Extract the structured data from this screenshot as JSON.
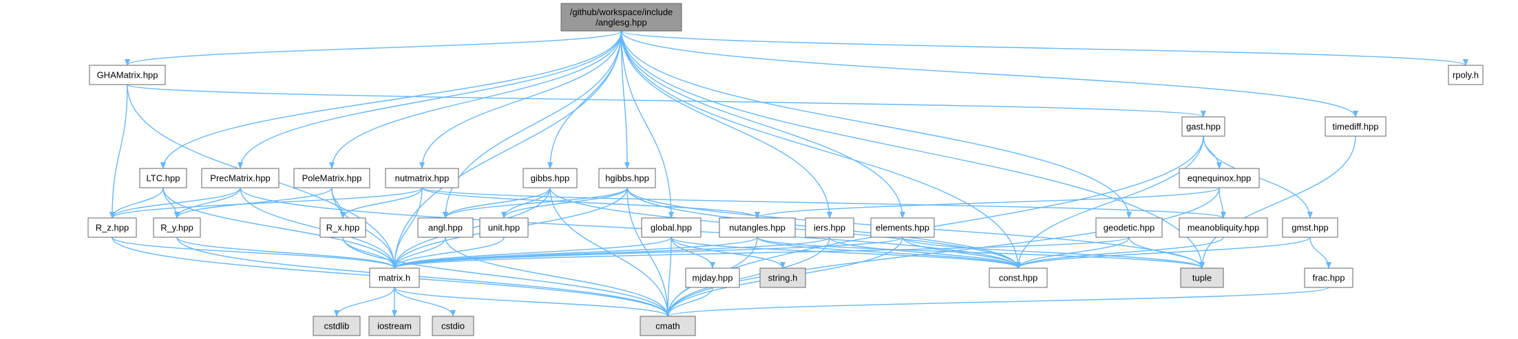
{
  "colors": {
    "edge": "#63b8ff",
    "node_fill": "#ffffff",
    "root_fill": "#999999",
    "system_fill": "#e0e0e0",
    "border": "#666666"
  },
  "nodes": [
    {
      "id": "root",
      "lines": [
        "/github/workspace/include",
        "/anglesg.hpp"
      ],
      "kind": "root"
    },
    {
      "id": "ghamatrix",
      "lines": [
        "GHAMatrix.hpp"
      ]
    },
    {
      "id": "rpoly",
      "lines": [
        "rpoly.h"
      ]
    },
    {
      "id": "gast",
      "lines": [
        "gast.hpp"
      ]
    },
    {
      "id": "timediff",
      "lines": [
        "timediff.hpp"
      ]
    },
    {
      "id": "ltc",
      "lines": [
        "LTC.hpp"
      ]
    },
    {
      "id": "precmatrix",
      "lines": [
        "PrecMatrix.hpp"
      ]
    },
    {
      "id": "polematrix",
      "lines": [
        "PoleMatrix.hpp"
      ]
    },
    {
      "id": "nutmatrix",
      "lines": [
        "nutmatrix.hpp"
      ]
    },
    {
      "id": "gibbs",
      "lines": [
        "gibbs.hpp"
      ]
    },
    {
      "id": "hgibbs",
      "lines": [
        "hgibbs.hpp"
      ]
    },
    {
      "id": "eqnequinox",
      "lines": [
        "eqnequinox.hpp"
      ]
    },
    {
      "id": "rz",
      "lines": [
        "R_z.hpp"
      ]
    },
    {
      "id": "ry",
      "lines": [
        "R_y.hpp"
      ]
    },
    {
      "id": "rx",
      "lines": [
        "R_x.hpp"
      ]
    },
    {
      "id": "angl",
      "lines": [
        "angl.hpp"
      ]
    },
    {
      "id": "unit",
      "lines": [
        "unit.hpp"
      ]
    },
    {
      "id": "global",
      "lines": [
        "global.hpp"
      ]
    },
    {
      "id": "nutangles",
      "lines": [
        "nutangles.hpp"
      ]
    },
    {
      "id": "iers",
      "lines": [
        "iers.hpp"
      ]
    },
    {
      "id": "elements",
      "lines": [
        "elements.hpp"
      ]
    },
    {
      "id": "geodetic",
      "lines": [
        "geodetic.hpp"
      ]
    },
    {
      "id": "meanobliquity",
      "lines": [
        "meanobliquity.hpp"
      ]
    },
    {
      "id": "gmst",
      "lines": [
        "gmst.hpp"
      ]
    },
    {
      "id": "matrix",
      "lines": [
        "matrix.h"
      ]
    },
    {
      "id": "string",
      "lines": [
        "string.h"
      ],
      "kind": "system"
    },
    {
      "id": "mjday",
      "lines": [
        "mjday.hpp"
      ]
    },
    {
      "id": "const",
      "lines": [
        "const.hpp"
      ]
    },
    {
      "id": "tuple",
      "lines": [
        "tuple"
      ],
      "kind": "system"
    },
    {
      "id": "frac",
      "lines": [
        "frac.hpp"
      ]
    },
    {
      "id": "cstdlib",
      "lines": [
        "cstdlib"
      ],
      "kind": "system"
    },
    {
      "id": "iostream",
      "lines": [
        "iostream"
      ],
      "kind": "system"
    },
    {
      "id": "cstdio",
      "lines": [
        "cstdio"
      ],
      "kind": "system"
    },
    {
      "id": "cmath",
      "lines": [
        "cmath"
      ],
      "kind": "system"
    }
  ],
  "edges": [
    [
      "root",
      "ghamatrix"
    ],
    [
      "root",
      "rpoly"
    ],
    [
      "root",
      "timediff"
    ],
    [
      "root",
      "ltc"
    ],
    [
      "root",
      "precmatrix"
    ],
    [
      "root",
      "polematrix"
    ],
    [
      "root",
      "nutmatrix"
    ],
    [
      "root",
      "gibbs"
    ],
    [
      "root",
      "hgibbs"
    ],
    [
      "root",
      "angl"
    ],
    [
      "root",
      "global"
    ],
    [
      "root",
      "iers"
    ],
    [
      "root",
      "elements"
    ],
    [
      "root",
      "geodetic"
    ],
    [
      "root",
      "matrix"
    ],
    [
      "root",
      "const"
    ],
    [
      "root",
      "tuple"
    ],
    [
      "ghamatrix",
      "gast"
    ],
    [
      "ghamatrix",
      "rz"
    ],
    [
      "ghamatrix",
      "matrix"
    ],
    [
      "gast",
      "eqnequinox"
    ],
    [
      "gast",
      "gmst"
    ],
    [
      "gast",
      "const"
    ],
    [
      "gast",
      "cmath"
    ],
    [
      "timediff",
      "tuple"
    ],
    [
      "ltc",
      "rz"
    ],
    [
      "ltc",
      "ry"
    ],
    [
      "ltc",
      "matrix"
    ],
    [
      "precmatrix",
      "rz"
    ],
    [
      "precmatrix",
      "ry"
    ],
    [
      "precmatrix",
      "matrix"
    ],
    [
      "precmatrix",
      "const"
    ],
    [
      "polematrix",
      "ry"
    ],
    [
      "polematrix",
      "rx"
    ],
    [
      "polematrix",
      "matrix"
    ],
    [
      "nutmatrix",
      "rz"
    ],
    [
      "nutmatrix",
      "rx"
    ],
    [
      "nutmatrix",
      "matrix"
    ],
    [
      "nutmatrix",
      "nutangles"
    ],
    [
      "nutmatrix",
      "meanobliquity"
    ],
    [
      "gibbs",
      "angl"
    ],
    [
      "gibbs",
      "unit"
    ],
    [
      "gibbs",
      "matrix"
    ],
    [
      "gibbs",
      "cmath"
    ],
    [
      "gibbs",
      "const"
    ],
    [
      "hgibbs",
      "angl"
    ],
    [
      "hgibbs",
      "unit"
    ],
    [
      "hgibbs",
      "matrix"
    ],
    [
      "hgibbs",
      "cmath"
    ],
    [
      "hgibbs",
      "const"
    ],
    [
      "hgibbs",
      "tuple"
    ],
    [
      "eqnequinox",
      "nutangles"
    ],
    [
      "eqnequinox",
      "meanobliquity"
    ],
    [
      "eqnequinox",
      "cmath"
    ],
    [
      "rz",
      "matrix"
    ],
    [
      "rz",
      "cmath"
    ],
    [
      "ry",
      "matrix"
    ],
    [
      "ry",
      "cmath"
    ],
    [
      "rx",
      "matrix"
    ],
    [
      "rx",
      "cmath"
    ],
    [
      "angl",
      "matrix"
    ],
    [
      "angl",
      "cmath"
    ],
    [
      "unit",
      "matrix"
    ],
    [
      "global",
      "matrix"
    ],
    [
      "global",
      "string"
    ],
    [
      "global",
      "mjday"
    ],
    [
      "global",
      "cmath"
    ],
    [
      "global",
      "const"
    ],
    [
      "nutangles",
      "matrix"
    ],
    [
      "nutangles",
      "cmath"
    ],
    [
      "nutangles",
      "const"
    ],
    [
      "nutangles",
      "tuple"
    ],
    [
      "iers",
      "matrix"
    ],
    [
      "iers",
      "cmath"
    ],
    [
      "iers",
      "const"
    ],
    [
      "elements",
      "matrix"
    ],
    [
      "elements",
      "cmath"
    ],
    [
      "elements",
      "const"
    ],
    [
      "elements",
      "tuple"
    ],
    [
      "geodetic",
      "matrix"
    ],
    [
      "geodetic",
      "const"
    ],
    [
      "geodetic",
      "tuple"
    ],
    [
      "meanobliquity",
      "const"
    ],
    [
      "gmst",
      "const"
    ],
    [
      "gmst",
      "frac"
    ],
    [
      "matrix",
      "cstdlib"
    ],
    [
      "matrix",
      "iostream"
    ],
    [
      "matrix",
      "cstdio"
    ],
    [
      "matrix",
      "cmath"
    ],
    [
      "mjday",
      "cmath"
    ],
    [
      "frac",
      "cmath"
    ]
  ]
}
